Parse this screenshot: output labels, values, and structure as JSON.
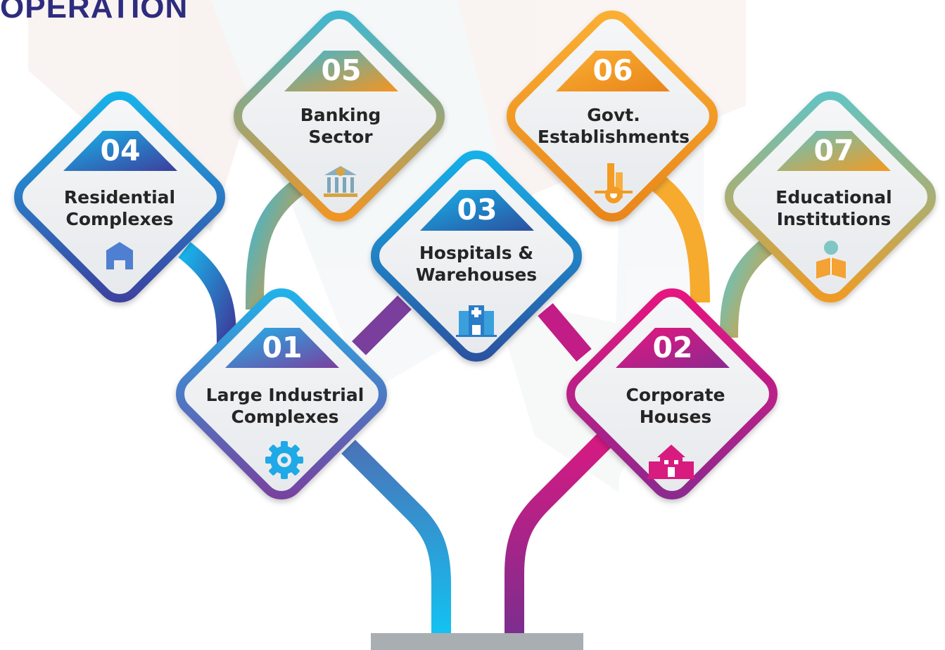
{
  "heading": "OPERATION",
  "sectors": [
    {
      "num": "01",
      "label": "Large Industrial\nComplexes",
      "icon": "gear-icon",
      "color_a": "#1fb5ec",
      "color_b": "#7a3f9d"
    },
    {
      "num": "02",
      "label": "Corporate\nHouses",
      "icon": "corporate-building-icon",
      "color_a": "#e8167f",
      "color_b": "#8a2a8f"
    },
    {
      "num": "03",
      "label": "Hospitals &\nWarehouses",
      "icon": "hospital-icon",
      "color_a": "#16b3ea",
      "color_b": "#2c4f9e"
    },
    {
      "num": "04",
      "label": "Residential\nComplexes",
      "icon": "house-icon",
      "color_a": "#17b6ec",
      "color_b": "#3d3e9c"
    },
    {
      "num": "05",
      "label": "Banking\nSector",
      "icon": "bank-icon",
      "color_a": "#3ab8d6",
      "color_b": "#f7941d"
    },
    {
      "num": "06",
      "label": "Govt.\nEstablishments",
      "icon": "government-building-icon",
      "color_a": "#fbb034",
      "color_b": "#f0901e"
    },
    {
      "num": "07",
      "label": "Educational\nInstitutions",
      "icon": "reading-student-icon",
      "color_a": "#5ec5c9",
      "color_b": "#f39a1f"
    }
  ],
  "colors": {
    "heading": "#2e2c7e",
    "label": "#252525",
    "base": "#a9aeb2"
  }
}
